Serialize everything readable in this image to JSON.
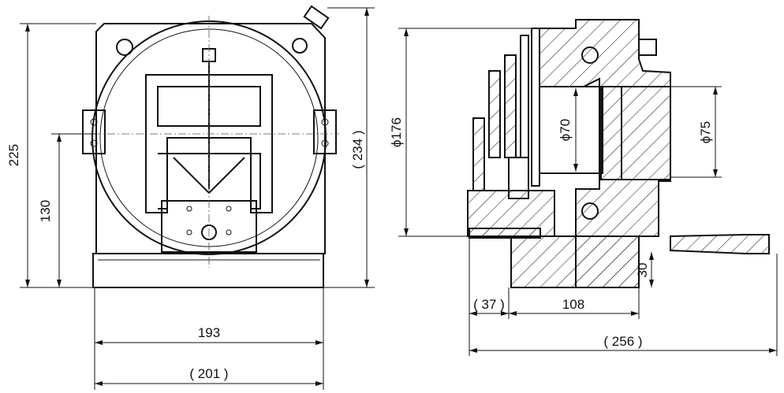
{
  "title": "Rotary unit dimension drawing",
  "front_view": {
    "dims": {
      "overall_height": "225",
      "center_height": "130",
      "ref_height": "( 234 )",
      "base_width": "193",
      "ref_width": "( 201 )"
    }
  },
  "side_view": {
    "dims": {
      "flange_diameter": "ϕ176",
      "bore_diameter": "ϕ70",
      "output_diameter": "ϕ75",
      "base_offset": "30",
      "rear_length": "( 37 )",
      "body_length": "108",
      "overall_length": "( 256 )"
    }
  },
  "colors": {
    "line": "#111111",
    "background": "#ffffff"
  }
}
